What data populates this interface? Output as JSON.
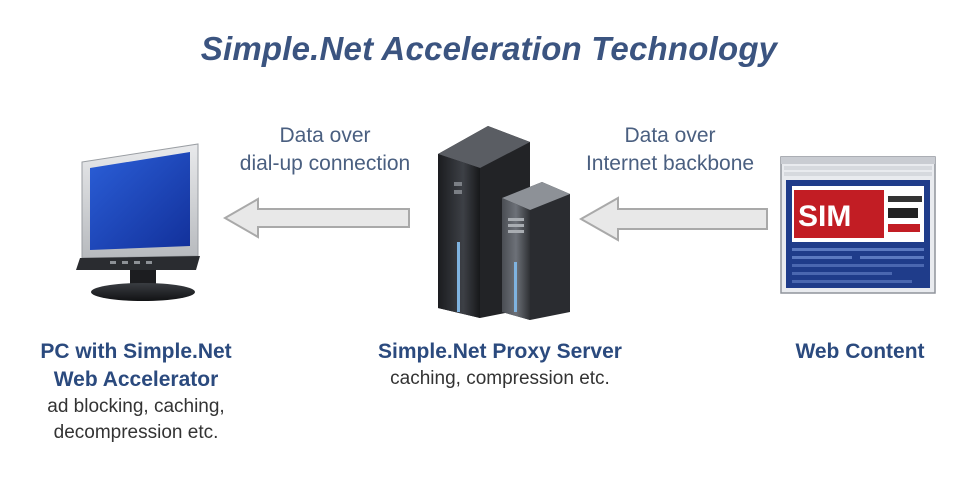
{
  "title": "Simple.Net Acceleration Technology",
  "flows": {
    "left": {
      "line1": "Data over",
      "line2": "dial-up connection"
    },
    "right": {
      "line1": "Data over",
      "line2": "Internet backbone"
    }
  },
  "nodes": {
    "pc": {
      "title_line1": "PC with Simple.Net",
      "title_line2": "Web Accelerator",
      "sub_line1": "ad blocking, caching,",
      "sub_line2": "decompression etc."
    },
    "proxy": {
      "title_line1": "Simple.Net Proxy Server",
      "sub_line1": "caching, compression etc."
    },
    "web": {
      "title_line1": "Web Content"
    }
  },
  "colors": {
    "title": "#3b5480",
    "caption_title": "#2b4a7e",
    "arrow_fill": "#e8e8e8",
    "arrow_stroke": "#a9a9a9",
    "monitor_screen": "#1f43b8",
    "server_body": "#2b2d31",
    "server_light": "#7fb3e0"
  },
  "icons": {
    "pc": "computer-monitor-icon",
    "proxy": "server-tower-icon",
    "web": "web-page-icon"
  }
}
